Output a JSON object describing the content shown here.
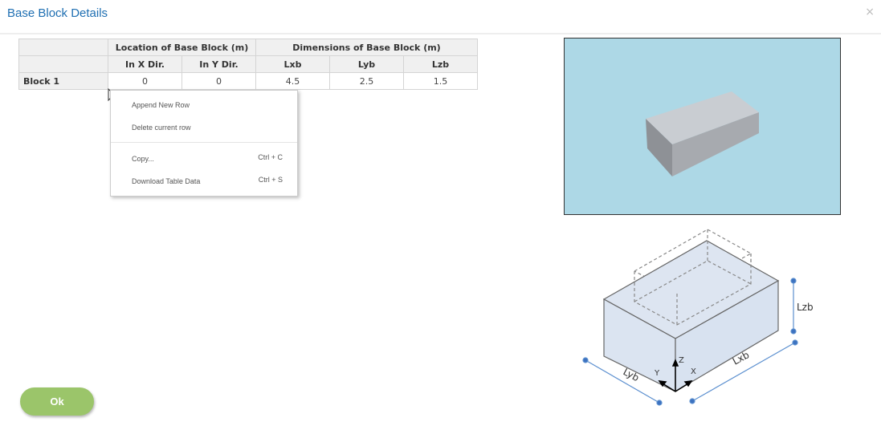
{
  "dialog": {
    "title": "Base Block Details",
    "close": "×"
  },
  "table": {
    "group_headers": [
      "Location of Base Block (m)",
      "Dimensions of Base Block (m)"
    ],
    "columns": [
      "In X Dir.",
      "In Y Dir.",
      "Lxb",
      "Lyb",
      "Lzb"
    ],
    "rows": [
      {
        "label": "Block 1",
        "values": [
          "0",
          "0",
          "4.5",
          "2.5",
          "1.5"
        ]
      }
    ]
  },
  "context_menu": {
    "items": [
      {
        "label": "Append New Row",
        "shortcut": ""
      },
      {
        "label": "Delete current row",
        "shortcut": ""
      },
      {
        "label": "Copy...",
        "shortcut": "Ctrl + C"
      },
      {
        "label": "Download Table Data",
        "shortcut": "Ctrl + S"
      }
    ]
  },
  "diagram": {
    "lzb": "Lzb",
    "lxb": "Lxb",
    "lyb": "Lyb",
    "axis_x": "X",
    "axis_y": "Y",
    "axis_z": "Z"
  },
  "ok_label": "Ok",
  "colors": {
    "title": "#1f6fb2",
    "viewport": "#add8e6",
    "ok": "#9bc56a"
  }
}
